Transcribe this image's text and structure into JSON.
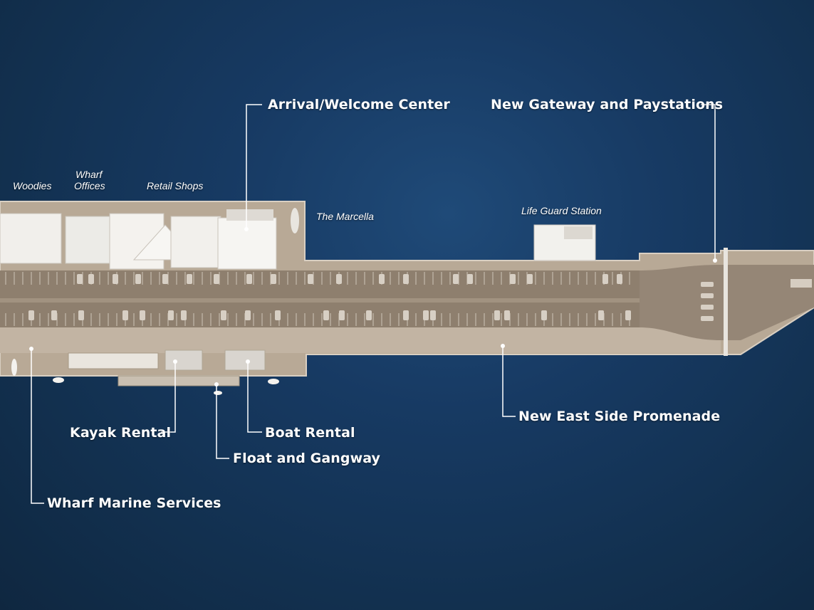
{
  "callouts": {
    "arrival": "Arrival/Welcome Center",
    "gateway": "New Gateway and Paystations",
    "promenade": "New East Side Promenade",
    "kayak": "Kayak Rental",
    "boat": "Boat Rental",
    "float": "Float and Gangway",
    "marine": "Wharf Marine Services"
  },
  "labels": {
    "woodies": "Woodies",
    "wharf_offices_1": "Wharf",
    "wharf_offices_2": "Offices",
    "retail": "Retail Shops",
    "marcella": "The Marcella",
    "lifeguard": "Life Guard Station"
  },
  "colors": {
    "water": "#173a63",
    "deck": "#b9aa98",
    "parking": "#8f8070",
    "building": "#f2f0ec",
    "leader": "#ffffff"
  }
}
